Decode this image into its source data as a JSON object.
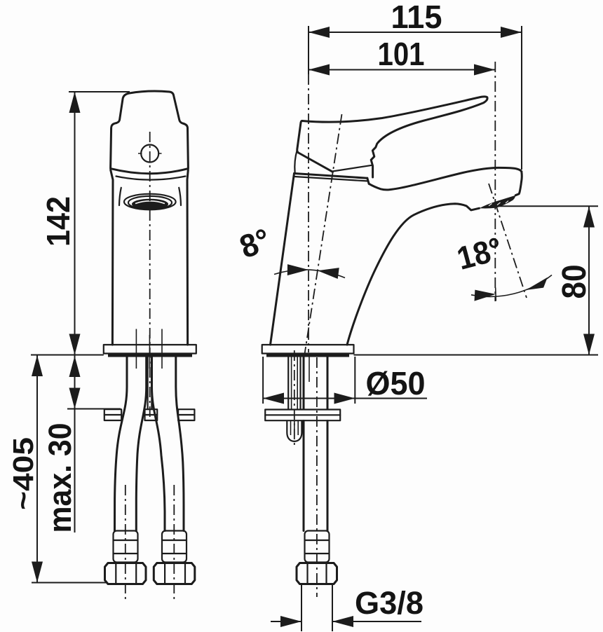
{
  "drawing": {
    "type": "technical dimensional drawing",
    "subject": "single-lever basin faucet, front view and side view with installation dimensions",
    "views": [
      "front view",
      "side view"
    ],
    "line_color": "#1c1c1c",
    "background_color": "#fdfdfd"
  },
  "dims": {
    "overall_depth": "115",
    "spout_reach": "101",
    "body_height": "142",
    "hose_length": "~405",
    "deck_thickness": "max. 30",
    "spout_height": "80",
    "base_diameter": "Ø50",
    "connection_thread": "G3/8",
    "body_tilt_angle": "8°",
    "spout_angle": "18°"
  }
}
